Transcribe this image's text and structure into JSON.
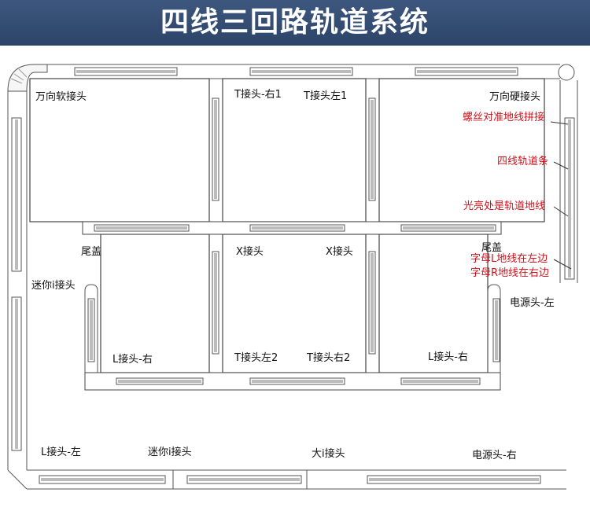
{
  "title": "四线三回路轨道系统",
  "colors": {
    "banner": "#34507a",
    "track": "#555555",
    "annotation": "#d0121b"
  },
  "labels": {
    "flex_connector": "万向软接头",
    "t_right_1": "T接头-右1",
    "t_left_1": "T接头左1",
    "rigid_connector": "万向硬接头",
    "end_cap": "尾盖",
    "end_cap_right": "尾盖",
    "x_joint_left": "X接头",
    "x_joint_right": "X接头",
    "mini_i_left": "迷你i接头",
    "l_right_left": "L接头-右",
    "t_left_2": "T接头左2",
    "t_right_2": "T接头右2",
    "l_right_right": "L接头-右",
    "power_left": "电源头-左",
    "l_left": "L接头-左",
    "mini_i_bottom": "迷你i接头",
    "big_i": "大i接头",
    "power_right": "电源头-右"
  },
  "annotations": {
    "screw_align": "螺丝对准地线拼接",
    "four_wire_track": "四线轨道条",
    "bright_ground": "光亮处是轨道地线",
    "letter_l": "字母L地线在左边",
    "letter_r": "字母R地线在右边"
  }
}
